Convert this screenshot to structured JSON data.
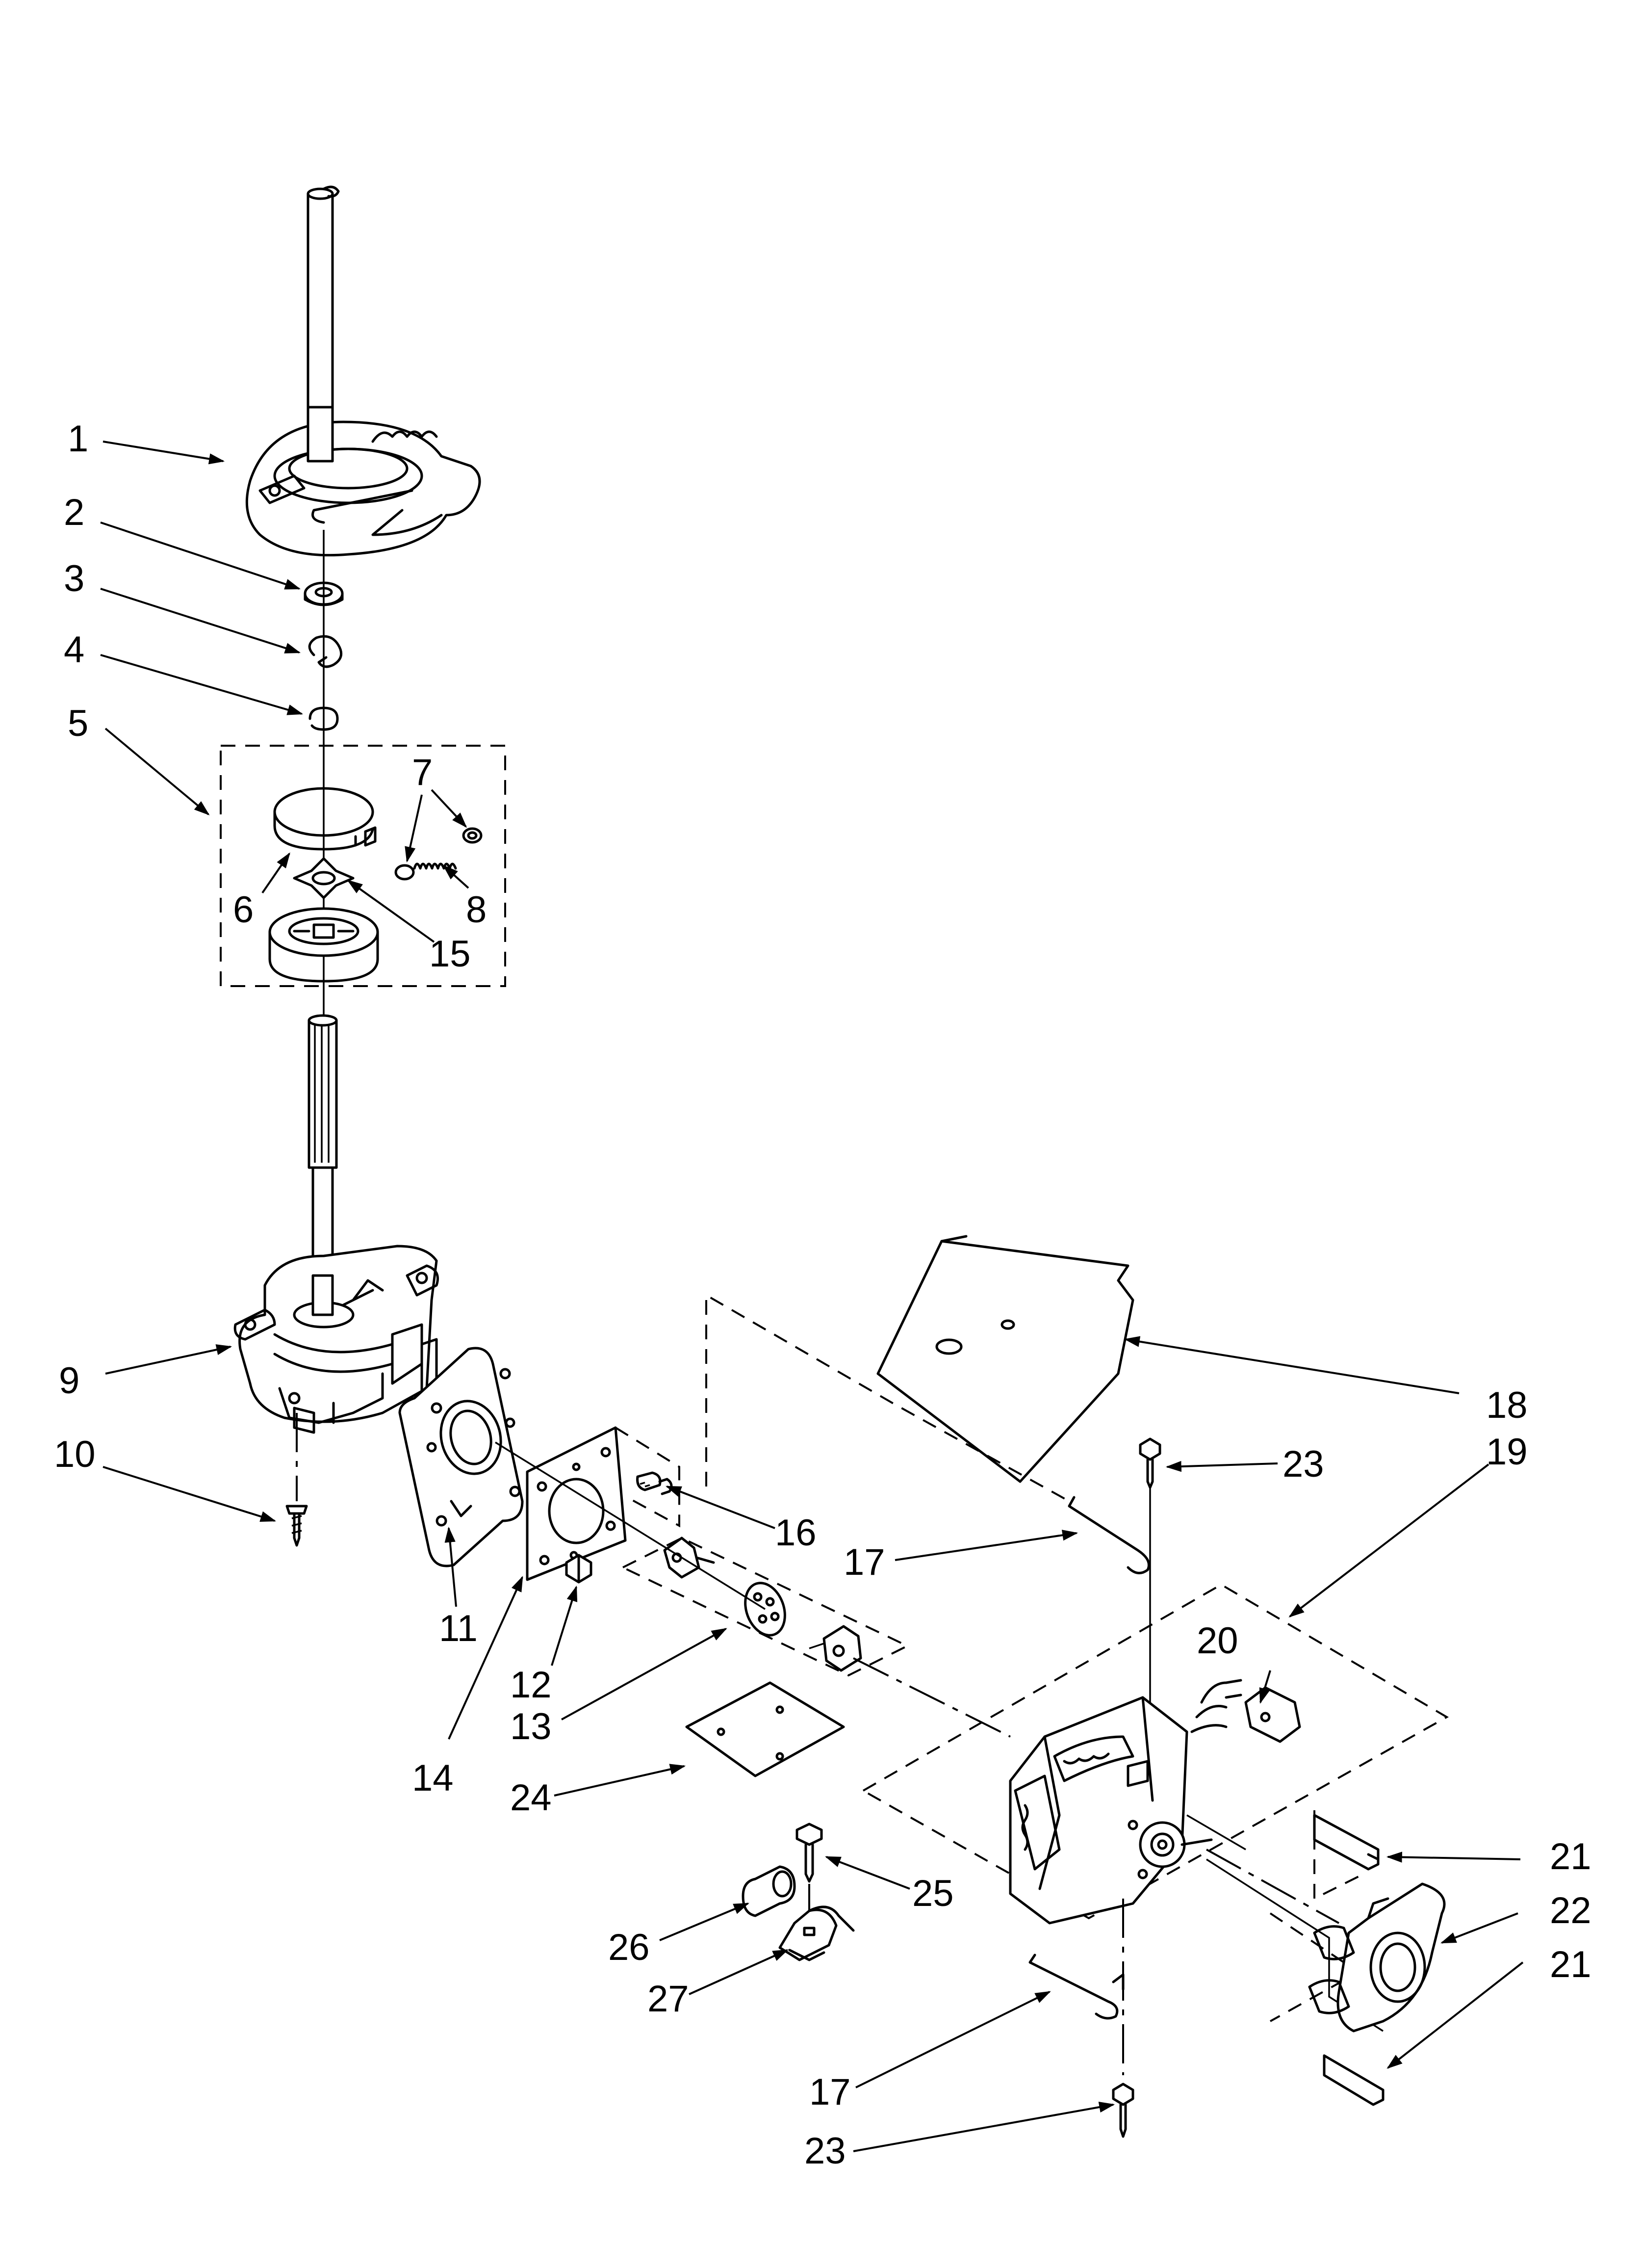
{
  "callouts": [
    {
      "id": "c1",
      "label": "1"
    },
    {
      "id": "c2",
      "label": "2"
    },
    {
      "id": "c3",
      "label": "3"
    },
    {
      "id": "c4",
      "label": "4"
    },
    {
      "id": "c5",
      "label": "5"
    },
    {
      "id": "c6",
      "label": "6"
    },
    {
      "id": "c7",
      "label": "7"
    },
    {
      "id": "c8",
      "label": "8"
    },
    {
      "id": "c9",
      "label": "9"
    },
    {
      "id": "c10",
      "label": "10"
    },
    {
      "id": "c11",
      "label": "11"
    },
    {
      "id": "c12",
      "label": "12"
    },
    {
      "id": "c13",
      "label": "13"
    },
    {
      "id": "c14",
      "label": "14"
    },
    {
      "id": "c15",
      "label": "15"
    },
    {
      "id": "c16",
      "label": "16"
    },
    {
      "id": "c17a",
      "label": "17"
    },
    {
      "id": "c17b",
      "label": "17"
    },
    {
      "id": "c18",
      "label": "18"
    },
    {
      "id": "c19",
      "label": "19"
    },
    {
      "id": "c20",
      "label": "20"
    },
    {
      "id": "c21a",
      "label": "21"
    },
    {
      "id": "c21b",
      "label": "21"
    },
    {
      "id": "c22",
      "label": "22"
    },
    {
      "id": "c23a",
      "label": "23"
    },
    {
      "id": "c23b",
      "label": "23"
    },
    {
      "id": "c24",
      "label": "24"
    },
    {
      "id": "c25",
      "label": "25"
    },
    {
      "id": "c26",
      "label": "26"
    },
    {
      "id": "c27",
      "label": "27"
    }
  ]
}
